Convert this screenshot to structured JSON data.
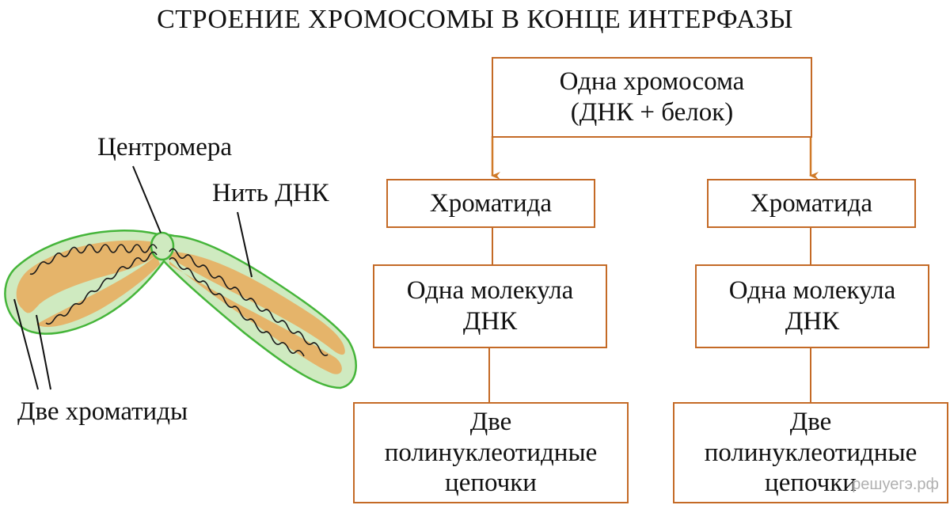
{
  "title": "СТРОЕНИЕ ХРОМОСОМЫ В КОНЦЕ ИНТЕРФАЗЫ",
  "labels": {
    "centromere": "Центромера",
    "dna_thread": "Нить ДНК",
    "two_chromatids": "Две хроматиды"
  },
  "boxes": {
    "chromosome": [
      "Одна хромосома",
      "(ДНК + белок)"
    ],
    "chromatid_left": [
      "Хроматида"
    ],
    "chromatid_right": [
      "Хроматида"
    ],
    "molecule_left": [
      "Одна молекула",
      "ДНК"
    ],
    "molecule_right": [
      "Одна молекула",
      "ДНК"
    ],
    "chains_left": [
      "Две",
      "полинуклеотидные",
      "цепочки"
    ],
    "chains_right": [
      "Две",
      "полинуклеотидные",
      "цепочки"
    ]
  },
  "watermark": "решуегэ.рф",
  "colors": {
    "box_border": "#c46a26",
    "arrow": "#d07a28",
    "chromosome_outer": "#cfeac0",
    "chromosome_outline": "#45b53a",
    "chromatid_fill": "#e5b46a",
    "dna_line": "#1a1a1a"
  }
}
